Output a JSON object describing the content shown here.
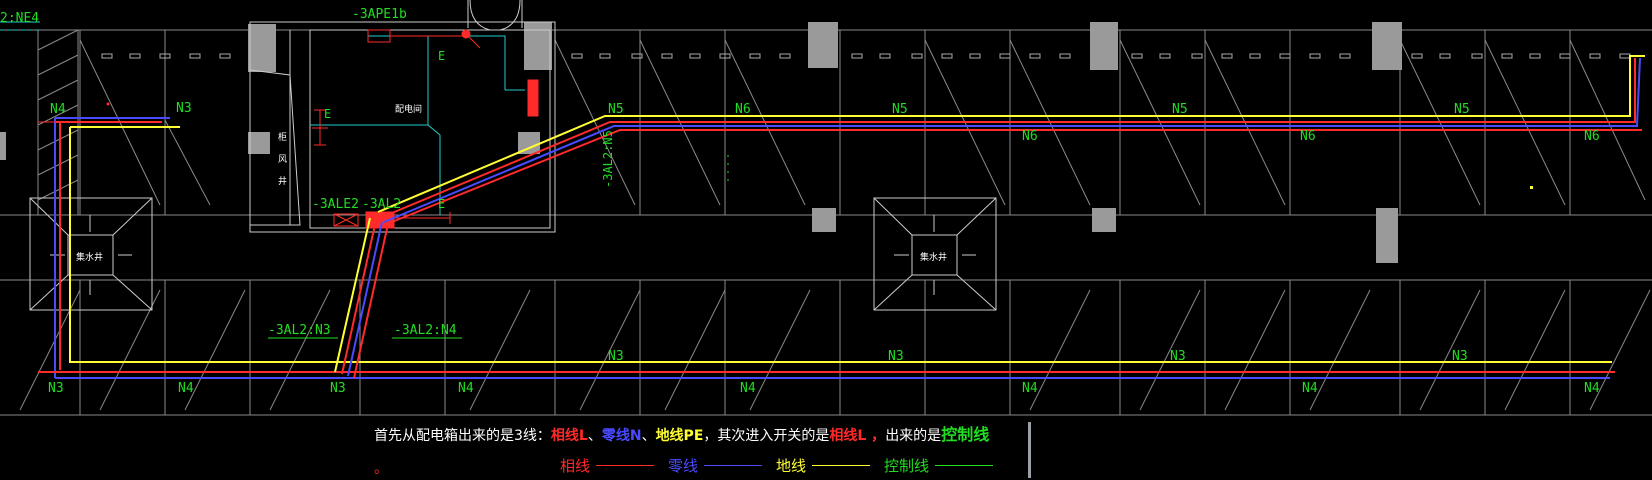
{
  "diagram": {
    "top_left_label": "2:NE4",
    "panel_label_top": "-3APE1b",
    "panel_label_e1": "E",
    "panel_label_e2": "E",
    "panel_label_e3": "E",
    "box_label_1": "-3ALE2",
    "box_label_2": "-3AL2",
    "riser_label": "-3AL2:N5",
    "circuit_label_1": "-3AL2:N3",
    "circuit_label_2": "-3AL2:N4",
    "room_text_1": "配电间",
    "room_text_2": "集水井",
    "room_text_3": "集水井",
    "upper_labels": [
      "N4",
      "N3",
      "N5",
      "N6",
      "N5",
      "N5",
      "N5"
    ],
    "upper_sub_labels": [
      "N6",
      "N6",
      "N6"
    ],
    "lower_top_labels": [
      "N3",
      "N3",
      "N3",
      "N3"
    ],
    "lower_bottom_labels": [
      "N3",
      "N4",
      "N3",
      "N4",
      "N4",
      "N4",
      "N4",
      "N4"
    ]
  },
  "annotation": {
    "line1_prefix": "首先从配电箱出来的是3线：",
    "phase": "相线L",
    "sep1": "、",
    "neutral": "零线N",
    "sep2": "、",
    "ground": "地线PE",
    "line1_mid": "，其次进入开关的是",
    "phase2": "相线L ，",
    "line1_suffix": "出来的是",
    "control": "控制线",
    "line2_dot": "。"
  },
  "legend": [
    {
      "label": "相线",
      "color": "#ff2a2a"
    },
    {
      "label": "零线",
      "color": "#4a4aff"
    },
    {
      "label": "地线",
      "color": "#ffff33"
    },
    {
      "label": "控制线",
      "color": "#22dd22"
    }
  ],
  "colors": {
    "phase": "#ff2a2a",
    "neutral": "#4a4aff",
    "ground": "#ffff33",
    "control": "#22dd22",
    "grid": "#8a8a8a",
    "cyan": "#22cccc"
  }
}
